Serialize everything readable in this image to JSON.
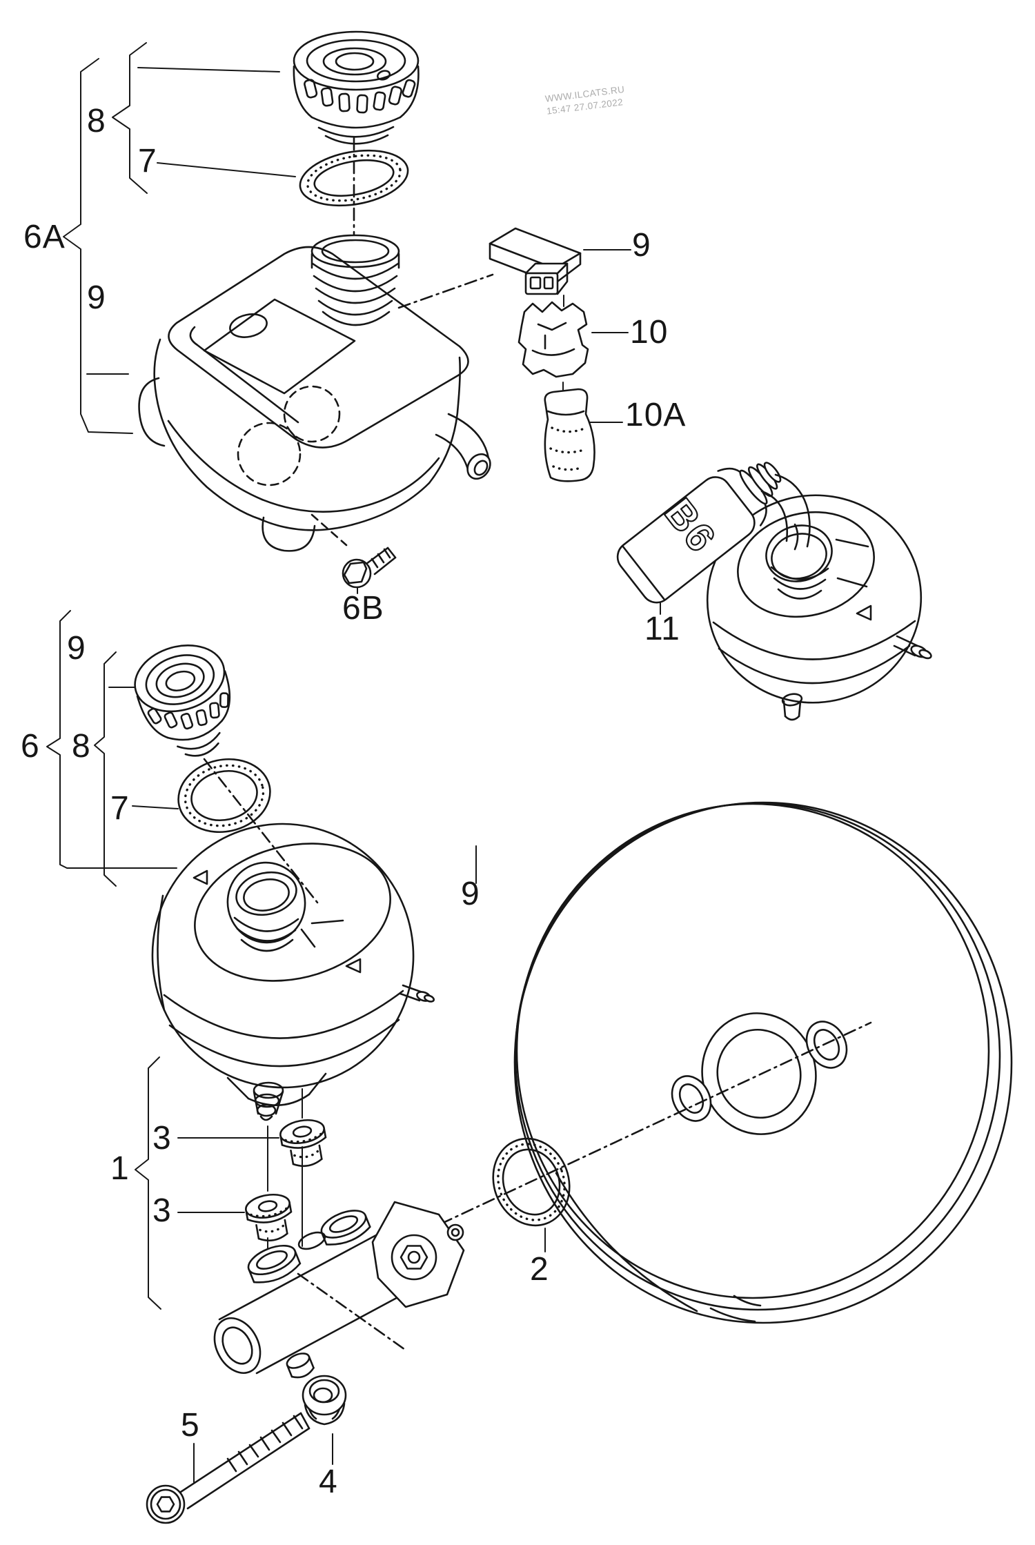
{
  "page": {
    "background": "#ffffff",
    "ink_color": "#161616",
    "watermark_color": "#ababab",
    "type": "exploded-parts-diagram",
    "subject": "brake master cylinder, fluid reservoir and brake servo"
  },
  "watermark": {
    "line1": "WWW.ILCATS.RU",
    "line2": "15:47 27.07.2022"
  },
  "bottle": {
    "label": "B6"
  },
  "labels": {
    "t8": "8",
    "t7": "7",
    "t6A": "6A",
    "t9res": "9",
    "t9clip": "9",
    "t10": "10",
    "t10A": "10A",
    "t6B": "6B",
    "t11": "11",
    "t9cap": "9",
    "t6": "6",
    "t8mid": "8",
    "t7mid": "7",
    "t9vac": "9",
    "t1": "1",
    "t3a": "3",
    "t3b": "3",
    "t2": "2",
    "t5": "5",
    "t4": "4"
  }
}
